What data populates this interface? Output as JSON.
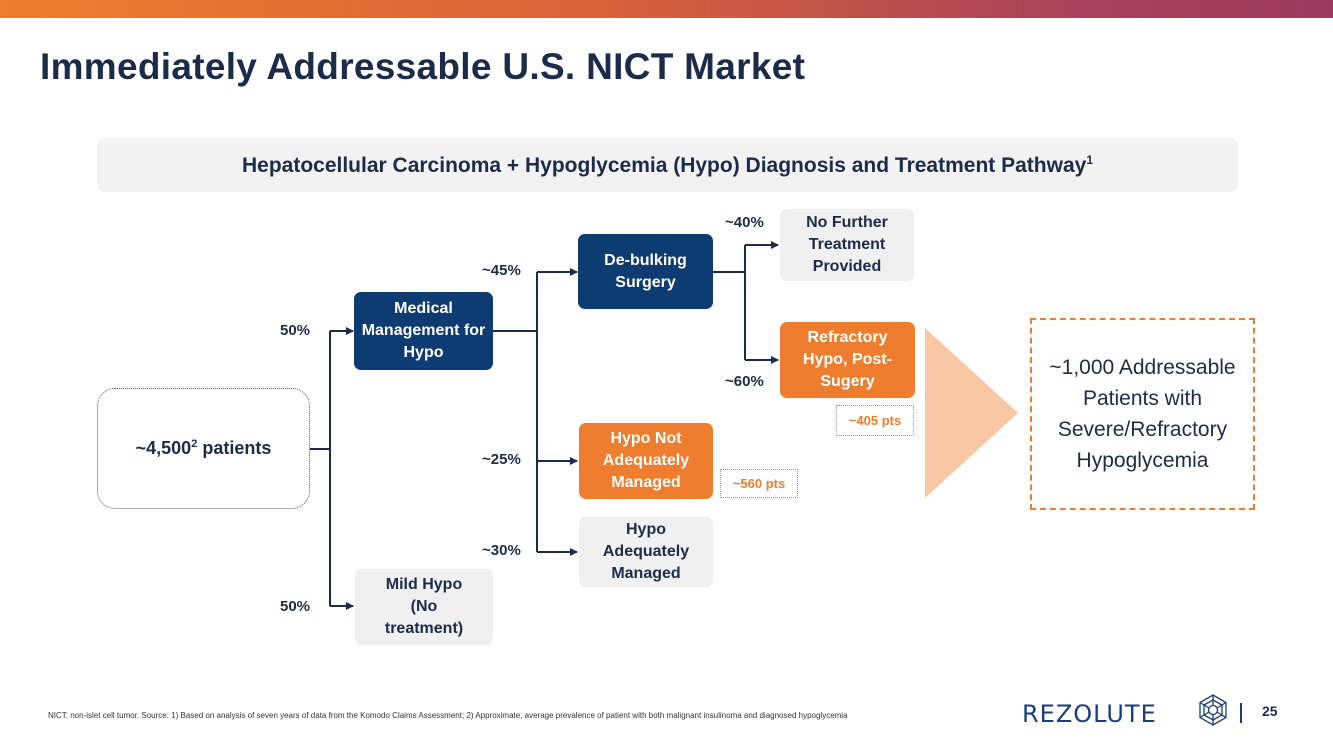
{
  "slide": {
    "title": "Immediately Addressable U.S. NICT Market",
    "banner": "Hepatocellular Carcinoma + Hypoglycemia (Hypo) Diagnosis and Treatment Pathway",
    "banner_sup": "1",
    "page_number": "25",
    "footnote": "NICT: non-islet cell tumor. Source: 1) Based on analysis of seven years of data from the Komodo Claims Assessment; 2) Approximate, average prevalence of patient with both malignant insulinoma and diagnosed hypoglycemia"
  },
  "pathway": {
    "start": {
      "prefix": "~4,500",
      "sup": "2",
      "suffix": " patients"
    },
    "medical_management": "Medical Management for Hypo",
    "mild_hypo": "Mild Hypo (No treatment)",
    "debulking": "De-bulking Surgery",
    "hypo_not_adequately": "Hypo Not Adequately Managed",
    "hypo_adequately": "Hypo Adequately Managed",
    "no_further": "No Further Treatment Provided",
    "refractory": "Refractory Hypo, Post-Sugery",
    "pts_560": "~560 pts",
    "pts_405": "~405 pts",
    "result": "~1,000 Addressable Patients with Severe/Refractory Hypoglycemia",
    "percentages": {
      "p50_top": "50%",
      "p50_bottom": "50%",
      "p45": "~45%",
      "p25": "~25%",
      "p30": "~30%",
      "p40": "~40%",
      "p60": "~60%"
    }
  },
  "logo": {
    "text": "REZOLUTE",
    "icon": "rezolute-flower-icon"
  },
  "colors": {
    "navy": "#0e3b71",
    "orange": "#ee7d2d",
    "grey": "#f0f0f0",
    "title": "#1b2c4b"
  }
}
